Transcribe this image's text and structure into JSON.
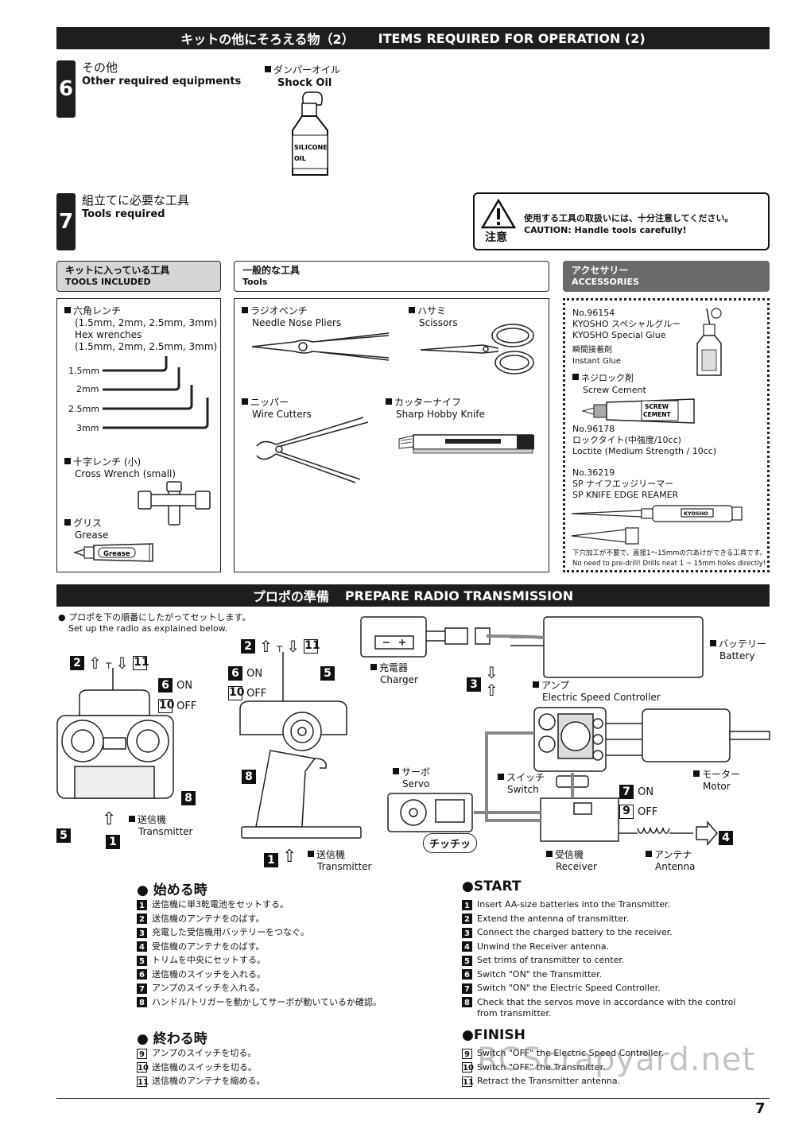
{
  "header_bar": {
    "jp": "キットの他にそろえる物（2）",
    "en": "ITEMS REQUIRED FOR OPERATION (2)"
  },
  "section6": {
    "num": "6",
    "jp": "その他",
    "en": "Other required equipments"
  },
  "shock_oil": {
    "jp": "ダンパーオイル",
    "en": "Shock Oil",
    "bottle_text1": "SILICONE",
    "bottle_text2": "OIL"
  },
  "section7": {
    "num": "7",
    "jp": "組立てに必要な工具",
    "en": "Tools required"
  },
  "caution": {
    "label": "注意",
    "jp": "使用する工具の取扱いには、十分注意してください。",
    "en": "CAUTION: Handle tools carefully!"
  },
  "tools_included": {
    "jp": "キットに入っている工具",
    "en": "TOOLS INCLUDED",
    "hex": {
      "jp": "六角レンチ",
      "jp_sizes": "(1.5mm, 2mm, 2.5mm, 3mm)",
      "en": "Hex wrenches",
      "en_sizes": "(1.5mm, 2mm, 2.5mm, 3mm)",
      "sizes": [
        "1.5mm",
        "2mm",
        "2.5mm",
        "3mm"
      ]
    },
    "cross": {
      "jp": "十字レンチ (小)",
      "en": "Cross Wrench (small)"
    },
    "grease": {
      "jp": "グリス",
      "en": "Grease",
      "tube_label": "Grease"
    }
  },
  "tools": {
    "jp": "一般的な工具",
    "en": "Tools",
    "pliers": {
      "jp": "ラジオペンチ",
      "en": "Needle Nose Pliers"
    },
    "scissors": {
      "jp": "ハサミ",
      "en": "Scissors"
    },
    "cutters": {
      "jp": "ニッパー",
      "en": "Wire Cutters"
    },
    "knife": {
      "jp": "カッターナイフ",
      "en": "Sharp Hobby Knife"
    }
  },
  "accessories": {
    "jp": "アクセサリー",
    "en": "ACCESSORIES",
    "glue": {
      "no": "No.96154",
      "jp": "KYOSHO スペシャルグルー",
      "en": "KYOSHO Special Glue",
      "jp2": "瞬間接着剤",
      "en2": "Instant Glue"
    },
    "cement": {
      "jp": "ネジロック剤",
      "en": "Screw Cement",
      "tube1": "SCREW",
      "tube2": "CEMENT"
    },
    "loctite": {
      "no": "No.96178",
      "jp": "ロックタイト(中強度/10cc)",
      "en": "Loctite (Medium Strength / 10cc)"
    },
    "reamer": {
      "no": "No.36219",
      "jp": "SP ナイフエッジリーマー",
      "en": "SP KNIFE EDGE REAMER",
      "brand": "KYOSHO"
    },
    "note_jp": "下穴加工が不要で、直接1～15mmの穴あけができる工具です。",
    "note_en": "No need to pre-drill!  Drills neat 1 ~ 15mm holes directly!"
  },
  "radio_bar": {
    "jp": "プロポの準備",
    "en": "PREPARE RADIO TRANSMISSION"
  },
  "radio_intro": {
    "jp": "プロポを下の順番にしたがってセットします。",
    "en": "Set up the radio as explained below."
  },
  "diagram": {
    "on": "ON",
    "off": "OFF",
    "transmitter_jp": "送信機",
    "transmitter_en": "Transmitter",
    "charger_jp": "充電器",
    "charger_en": "Charger",
    "battery_jp": "バッテリー",
    "battery_en": "Battery",
    "esc_jp": "アンプ",
    "esc_en": "Electric Speed Controller",
    "servo_jp": "サーボ",
    "servo_en": "Servo",
    "switch_jp": "スイッチ",
    "switch_en": "Switch",
    "motor_jp": "モーター",
    "motor_en": "Motor",
    "receiver_jp": "受信機",
    "receiver_en": "Receiver",
    "antenna_jp": "アンテナ",
    "antenna_en": "Antenna",
    "tick": "チッチッ"
  },
  "start": {
    "jp_title": "始める時",
    "en_title": "START",
    "jp_steps": [
      {
        "n": "1",
        "t": "送信機に単3乾電池をセットする。"
      },
      {
        "n": "2",
        "t": "送信機のアンテナをのばす。"
      },
      {
        "n": "3",
        "t": "充電した受信機用バッテリーをつなぐ。"
      },
      {
        "n": "4",
        "t": "受信機のアンテナをのばす。"
      },
      {
        "n": "5",
        "t": "トリムを中央にセットする。"
      },
      {
        "n": "6",
        "t": "送信機のスイッチを入れる。"
      },
      {
        "n": "7",
        "t": "アンプのスイッチを入れる。"
      },
      {
        "n": "8",
        "t": "ハンドル/トリガーを動かしてサーボが動いているか確認。"
      }
    ],
    "en_steps": [
      {
        "n": "1",
        "t": "Insert AA-size batteries into the Transmitter."
      },
      {
        "n": "2",
        "t": "Extend the antenna of transmitter."
      },
      {
        "n": "3",
        "t": "Connect the charged battery to the receiver."
      },
      {
        "n": "4",
        "t": "Unwind the Receiver antenna."
      },
      {
        "n": "5",
        "t": "Set trims of transmitter to center."
      },
      {
        "n": "6",
        "t": "Switch \"ON\" the Transmitter."
      },
      {
        "n": "7",
        "t": "Switch \"ON\" the Electric Speed Controller."
      },
      {
        "n": "8",
        "t": "Check that the servos move in accordance with the control",
        "t2": "from transmitter."
      }
    ]
  },
  "finish": {
    "jp_title": "終わる時",
    "en_title": "FINISH",
    "jp_steps": [
      {
        "n": "9",
        "t": "アンプのスイッチを切る。"
      },
      {
        "n": "10",
        "t": "送信機のスイッチを切る。"
      },
      {
        "n": "11",
        "t": "送信機のアンテナを縮める。"
      }
    ],
    "en_steps": [
      {
        "n": "9",
        "t": "Switch \"OFF\" the Electric Speed Controller."
      },
      {
        "n": "10",
        "t": "Switch \"OFF\" the Transmitter."
      },
      {
        "n": "11",
        "t": "Retract the Transmitter antenna."
      }
    ]
  },
  "watermark": "RCScrapyard.net",
  "page_number": "7"
}
